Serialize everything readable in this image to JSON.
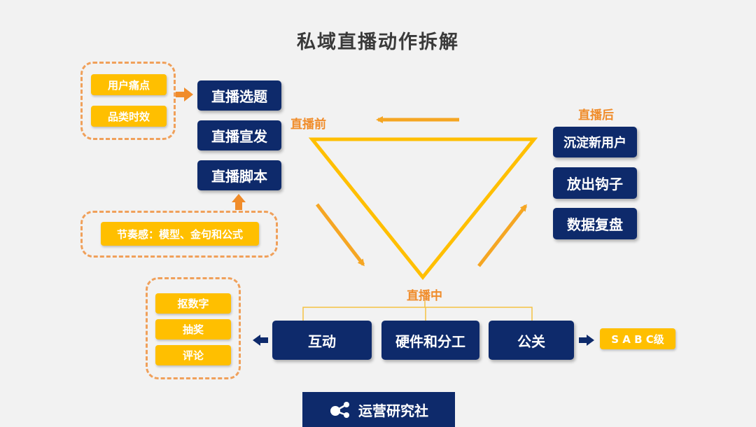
{
  "title": "私域直播动作拆解",
  "phases": {
    "before": "直播前",
    "during": "直播中",
    "after": "直播后"
  },
  "before": {
    "inputs": [
      "用户痛点",
      "品类时效"
    ],
    "steps": [
      "直播选题",
      "直播宣发",
      "直播脚本"
    ],
    "rhythm": "节奏感：模型、金句和公式"
  },
  "after": {
    "steps": [
      "沉淀新用户",
      "放出钩子",
      "数据复盘"
    ]
  },
  "during": {
    "steps": [
      "互动",
      "硬件和分工",
      "公关"
    ],
    "interaction_items": [
      "抠数字",
      "抽奖",
      "评论"
    ],
    "pr_level": "S A B C级"
  },
  "footer": {
    "brand": "运营研究社"
  },
  "colors": {
    "navy": "#0e2a6b",
    "yellow": "#ffbf00",
    "orange": "#f08c2a",
    "triangle": "#ffbf00"
  }
}
